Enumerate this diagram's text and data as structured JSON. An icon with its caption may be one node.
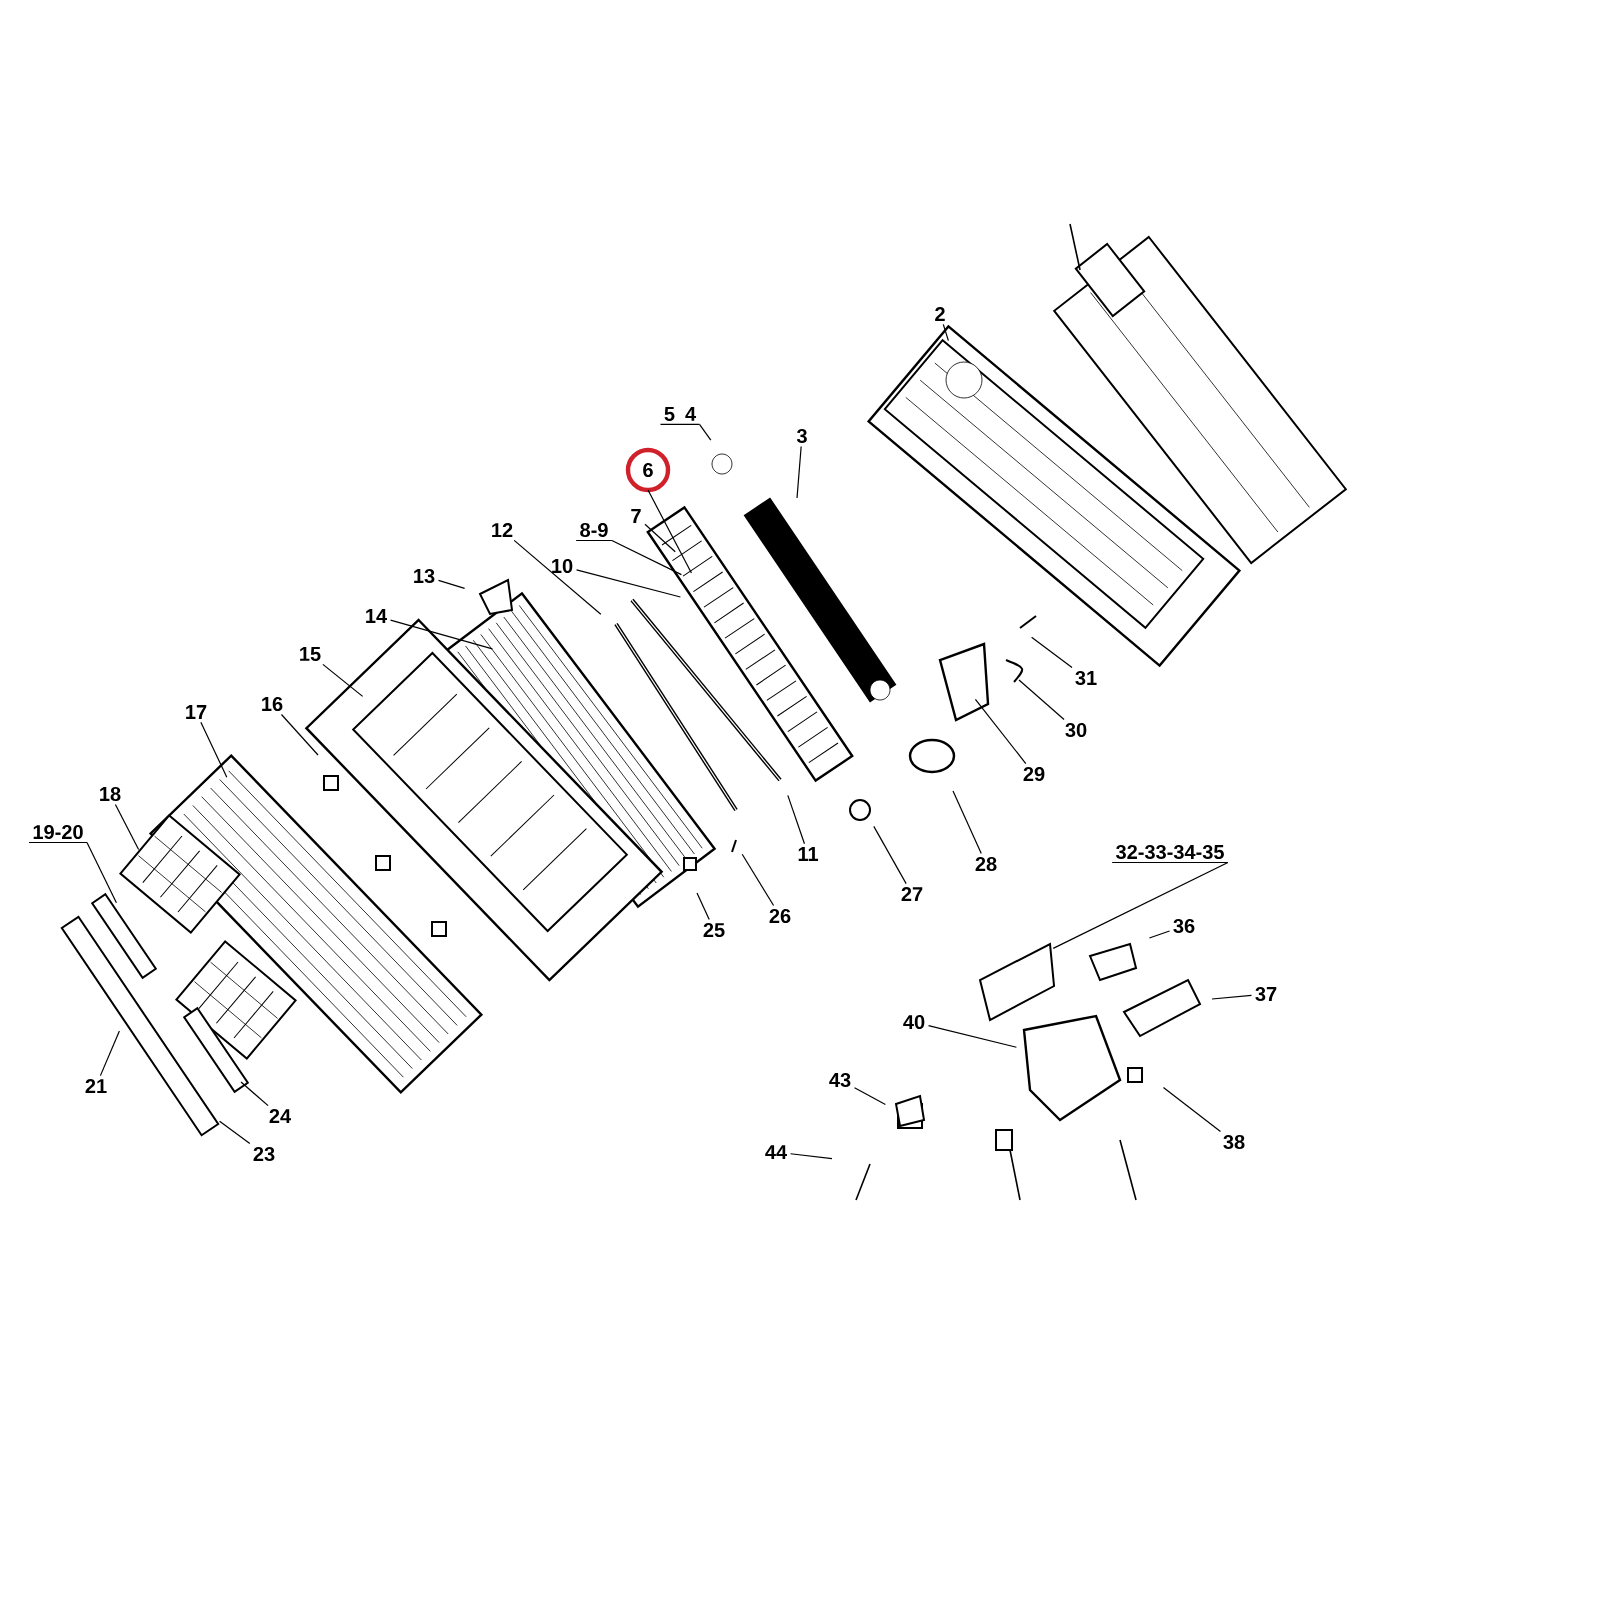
{
  "diagram": {
    "nodes": [
      {
        "text": [
          "2"
        ]
      },
      {
        "text": [
          "3"
        ]
      },
      {
        "text": [
          "5",
          "4"
        ]
      },
      {
        "text": [
          "6"
        ]
      },
      {
        "text": [
          "7"
        ]
      },
      {
        "text": [
          "8-9"
        ]
      },
      {
        "text": [
          "10"
        ]
      },
      {
        "text": [
          "12"
        ]
      },
      {
        "text": [
          "13"
        ]
      },
      {
        "text": [
          "14"
        ]
      },
      {
        "text": [
          "15"
        ]
      },
      {
        "text": [
          "16"
        ]
      },
      {
        "text": [
          "17"
        ]
      },
      {
        "text": [
          "18"
        ]
      },
      {
        "text": [
          "19-20"
        ]
      },
      {
        "text": [
          "21"
        ]
      },
      {
        "text": [
          "23"
        ]
      },
      {
        "text": [
          "24"
        ]
      },
      {
        "text": [
          "25"
        ]
      },
      {
        "text": [
          "26"
        ]
      },
      {
        "text": [
          "11"
        ]
      },
      {
        "text": [
          "27"
        ]
      },
      {
        "text": [
          "28"
        ]
      },
      {
        "text": [
          "29"
        ]
      },
      {
        "text": [
          "30"
        ]
      },
      {
        "text": [
          "31"
        ]
      },
      {
        "text": [
          "32-33-34-35"
        ]
      },
      {
        "text": [
          "36"
        ]
      },
      {
        "text": [
          "37"
        ]
      },
      {
        "text": [
          "38"
        ]
      },
      {
        "text": [
          "40"
        ]
      },
      {
        "text": [
          "43"
        ]
      },
      {
        "text": [
          "44"
        ]
      }
    ],
    "edges": [
      {
        "from": 0,
        "to": null,
        "arrow": "none"
      },
      {
        "from": 1,
        "to": null,
        "arrow": "none"
      },
      {
        "from": 2,
        "to": null,
        "arrow": "none"
      },
      {
        "from": 3,
        "to": null,
        "arrow": "none"
      },
      {
        "from": 4,
        "to": null,
        "arrow": "none"
      },
      {
        "from": 5,
        "to": null,
        "arrow": "none"
      },
      {
        "from": 6,
        "to": null,
        "arrow": "none"
      },
      {
        "from": 7,
        "to": null,
        "arrow": "none"
      },
      {
        "from": 8,
        "to": null,
        "arrow": "none"
      },
      {
        "from": 9,
        "to": null,
        "arrow": "none"
      },
      {
        "from": 10,
        "to": null,
        "arrow": "none"
      },
      {
        "from": 11,
        "to": null,
        "arrow": "none"
      },
      {
        "from": 12,
        "to": null,
        "arrow": "none"
      },
      {
        "from": 13,
        "to": null,
        "arrow": "none"
      },
      {
        "from": 14,
        "to": null,
        "arrow": "none"
      },
      {
        "from": 15,
        "to": null,
        "arrow": "none"
      },
      {
        "from": 16,
        "to": null,
        "arrow": "none"
      },
      {
        "from": 17,
        "to": null,
        "arrow": "none"
      },
      {
        "from": 18,
        "to": null,
        "arrow": "none"
      },
      {
        "from": 19,
        "to": null,
        "arrow": "none"
      },
      {
        "from": 20,
        "to": null,
        "arrow": "none"
      },
      {
        "from": 21,
        "to": null,
        "arrow": "none"
      },
      {
        "from": 22,
        "to": null,
        "arrow": "none"
      },
      {
        "from": 23,
        "to": null,
        "arrow": "none"
      },
      {
        "from": 24,
        "to": null,
        "arrow": "none"
      },
      {
        "from": 25,
        "to": null,
        "arrow": "none"
      },
      {
        "from": 26,
        "to": null,
        "arrow": "none"
      },
      {
        "from": 27,
        "to": null,
        "arrow": "none"
      },
      {
        "from": 28,
        "to": null,
        "arrow": "none"
      },
      {
        "from": 29,
        "to": null,
        "arrow": "none"
      },
      {
        "from": 30,
        "to": null,
        "arrow": "none"
      },
      {
        "from": 31,
        "to": null,
        "arrow": "none"
      },
      {
        "from": 32,
        "to": null,
        "arrow": "none"
      }
    ]
  }
}
